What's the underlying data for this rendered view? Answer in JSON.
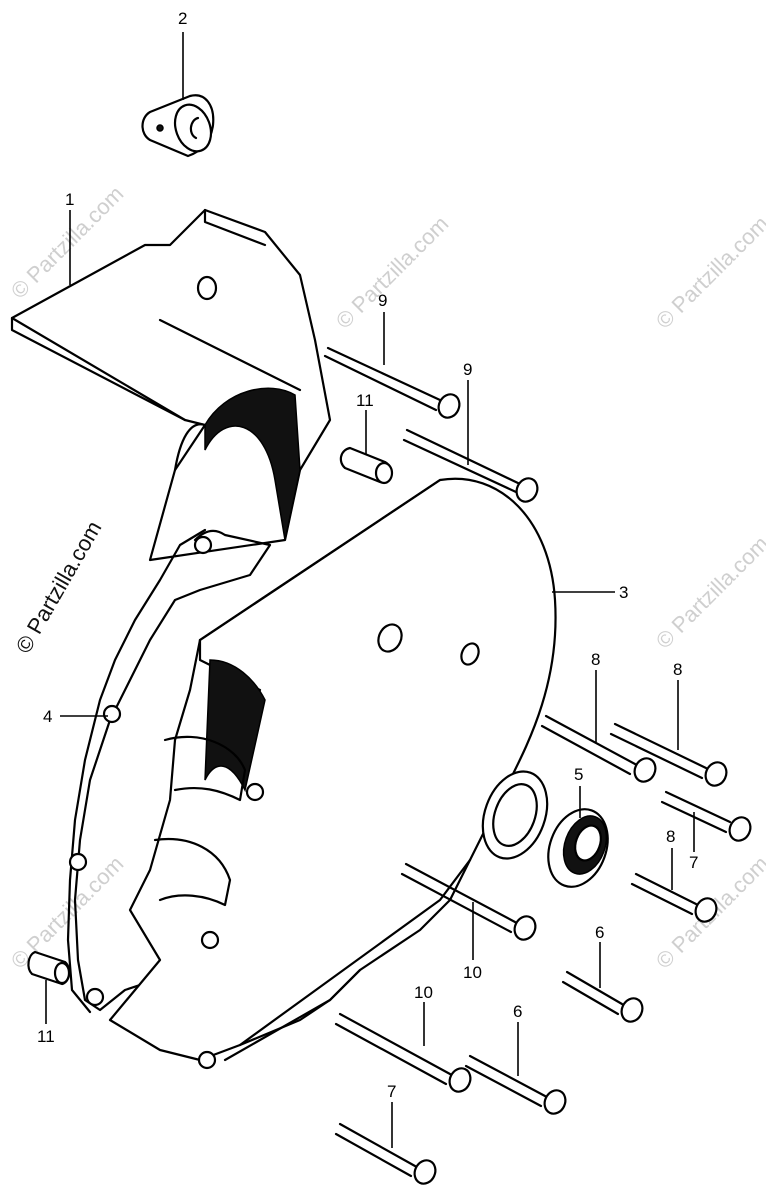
{
  "watermark": {
    "text": "© Partzilla.com",
    "side_text": "© Partzilla.com"
  },
  "callouts": {
    "c1": "1",
    "c2": "2",
    "c3": "3",
    "c4": "4",
    "c5": "5",
    "c6a": "6",
    "c6b": "6",
    "c7a": "7",
    "c7b": "7",
    "c8a": "8",
    "c8b": "8",
    "c8c": "8",
    "c9a": "9",
    "c9b": "9",
    "c10a": "10",
    "c10b": "10",
    "c11a": "11",
    "c11b": "11"
  }
}
